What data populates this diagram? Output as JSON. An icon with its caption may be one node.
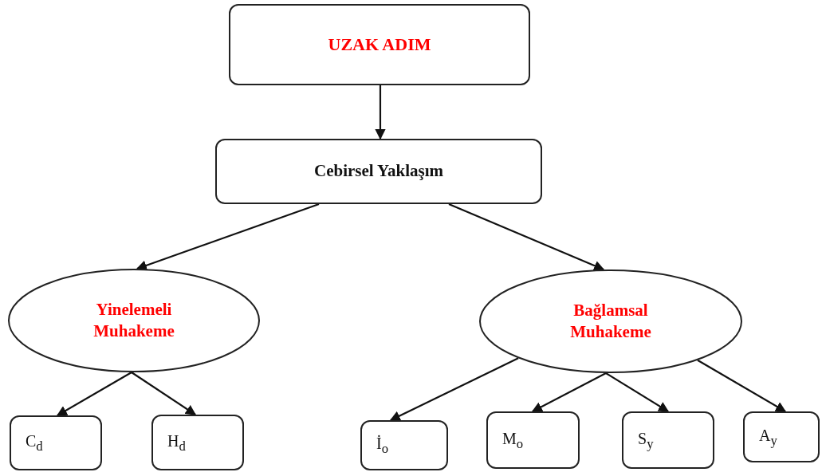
{
  "diagram": {
    "nodes": [
      {
        "text": [
          "UZAK ADIM"
        ]
      },
      {
        "text": [
          "Cebirsel Yaklaşım"
        ]
      },
      {
        "text": [
          "Yinelemeli Muhakeme"
        ]
      },
      {
        "text": [
          "Bağlamsal Muhakeme"
        ]
      },
      {
        "text": [
          "C$_{d}$"
        ]
      },
      {
        "text": [
          "H$_{d}$"
        ]
      },
      {
        "text": [
          "İ$_{o}$"
        ]
      },
      {
        "text": [
          "M$_{o}$"
        ]
      },
      {
        "text": [
          "S$_{y}$"
        ]
      },
      {
        "text": [
          "A$_{y}$"
        ]
      }
    ],
    "edges": [
      {
        "from": 0,
        "to": 1,
        "arrow": "to"
      },
      {
        "from": 1,
        "to": 2,
        "arrow": "to"
      },
      {
        "from": 1,
        "to": 3,
        "arrow": "to"
      },
      {
        "from": 2,
        "to": 4,
        "arrow": "to"
      },
      {
        "from": 2,
        "to": 5,
        "arrow": "to"
      },
      {
        "from": 3,
        "to": 6,
        "arrow": "to"
      },
      {
        "from": 3,
        "to": 7,
        "arrow": "to"
      },
      {
        "from": 3,
        "to": 8,
        "arrow": "to"
      },
      {
        "from": 3,
        "to": 9,
        "arrow": "to"
      }
    ]
  }
}
